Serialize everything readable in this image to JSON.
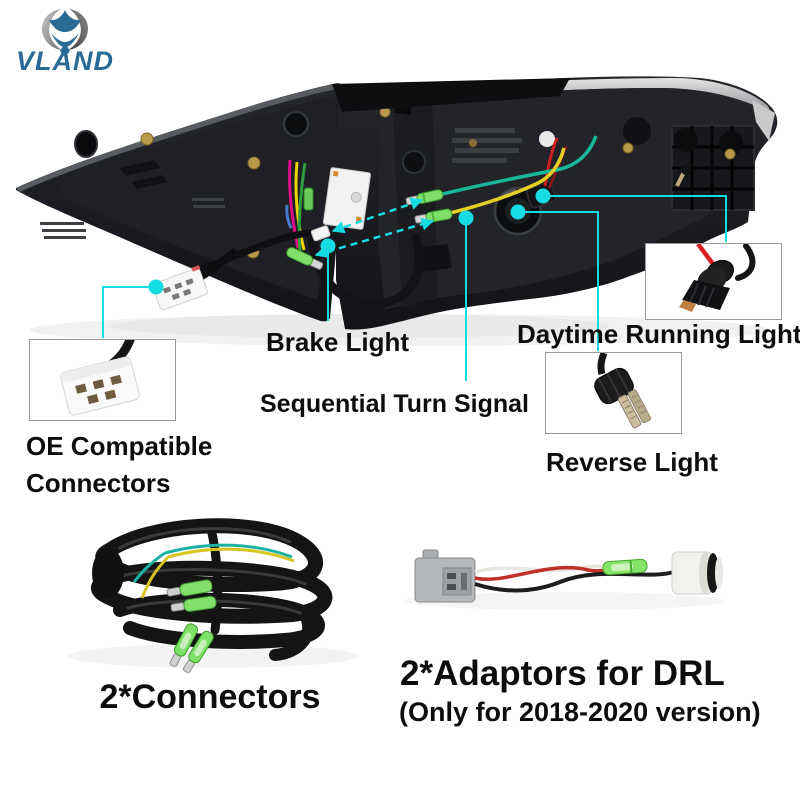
{
  "brand": {
    "name": "VLAND"
  },
  "colors": {
    "annotation_cyan": "#15dbe2",
    "label_text": "#0d0d0d",
    "logo_blue": "#2a6b96"
  },
  "callouts": {
    "brake_light": "Brake Light",
    "sequential_turn_signal": "Sequential Turn Signal",
    "daytime_running_light": "Daytime Running Light",
    "reverse_light": "Reverse Light",
    "oe_compatible_line1": "OE Compatible",
    "oe_compatible_line2": "Connectors"
  },
  "included_items": {
    "connectors_label": "2*Connectors",
    "adaptors_label": "2*Adaptors for DRL",
    "adaptors_note": "(Only for 2018-2020 version)"
  }
}
